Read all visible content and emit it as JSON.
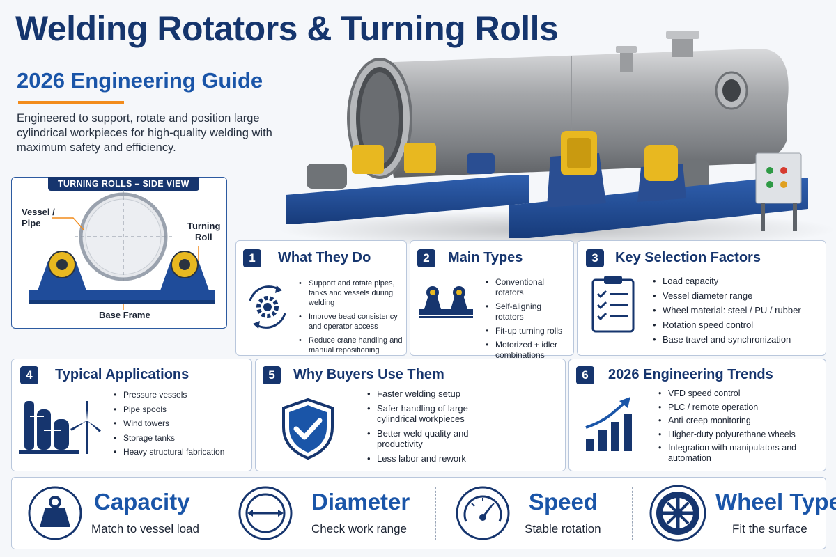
{
  "header": {
    "title": "Welding Rotators & Turning Rolls",
    "subtitle": "2026 Engineering Guide",
    "intro": "Engineered to support, rotate and position large cylindrical workpieces for high-quality welding with maximum safety and efficiency."
  },
  "side_view": {
    "tag": "TURNING ROLLS – SIDE VIEW",
    "vessel_label_1": "Vessel /",
    "vessel_label_2": "Pipe",
    "roll_label_1": "Turning",
    "roll_label_2": "Roll",
    "base_label": "Base Frame"
  },
  "cards": [
    {
      "number": "1",
      "title": "What They Do",
      "icon": "gear-cycle-icon",
      "bullets": [
        "Support and rotate pipes, tanks and vessels during welding",
        "Improve bead consistency and operator access",
        "Reduce crane handling and manual repositioning"
      ]
    },
    {
      "number": "2",
      "title": "Main Types",
      "icon": "rotator-icon",
      "bullets": [
        "Conventional rotators",
        "Self-aligning rotators",
        "Fit-up turning rolls",
        "Motorized + idler combinations"
      ]
    },
    {
      "number": "3",
      "title": "Key Selection Factors",
      "icon": "checklist-icon",
      "bullets": [
        "Load capacity",
        "Vessel diameter range",
        "Wheel material: steel / PU / rubber",
        "Rotation speed control",
        "Base travel and synchronization"
      ]
    },
    {
      "number": "4",
      "title": "Typical Applications",
      "icon": "industrial-plant-icon",
      "bullets": [
        "Pressure vessels",
        "Pipe spools",
        "Wind towers",
        "Storage tanks",
        "Heavy structural fabrication"
      ]
    },
    {
      "number": "5",
      "title": "Why Buyers Use Them",
      "icon": "shield-check-icon",
      "bullets": [
        "Faster welding setup",
        "Safer handling of large cylindrical workpieces",
        "Better weld quality and productivity",
        "Less labor and rework"
      ]
    },
    {
      "number": "6",
      "title": "2026 Engineering Trends",
      "icon": "growth-chart-icon",
      "bullets": [
        "VFD speed control",
        "PLC / remote operation",
        "Anti-creep monitoring",
        "Higher-duty polyurethane wheels",
        "Integration with manipulators and automation"
      ]
    }
  ],
  "strip": [
    {
      "title": "Capacity",
      "sub": "Match to vessel load",
      "icon": "weight-icon"
    },
    {
      "title": "Diameter",
      "sub": "Check work range",
      "icon": "diameter-icon"
    },
    {
      "title": "Speed",
      "sub": "Stable rotation",
      "icon": "speedometer-icon"
    },
    {
      "title": "Wheel Type",
      "sub": "Fit the surface",
      "icon": "wheel-icon"
    }
  ],
  "colors": {
    "navy": "#16356e",
    "blue": "#1a55a8",
    "accent_orange": "#f28c1c",
    "roll_yellow": "#e8b820"
  }
}
